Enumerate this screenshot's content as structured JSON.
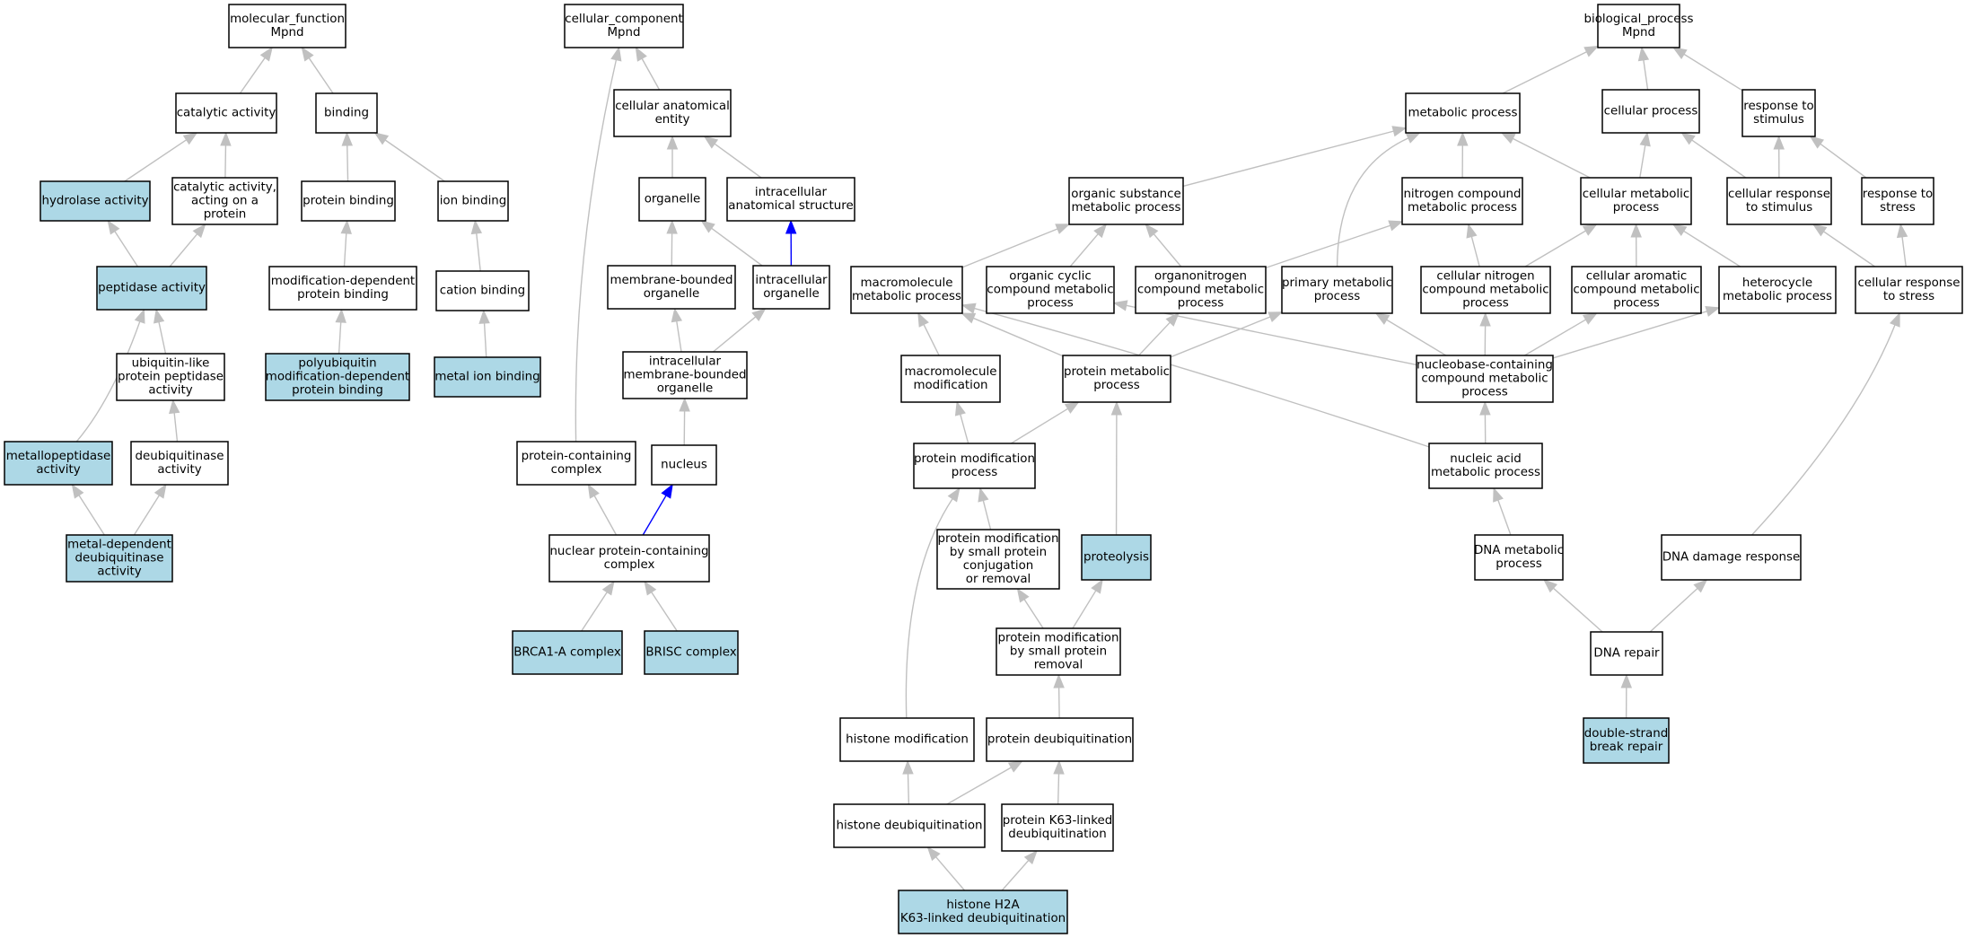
{
  "colors": {
    "highlight": "#add8e6",
    "plain": "#ffffff",
    "edge": "#c0c0c0",
    "edge_special": "#0000ff",
    "border": "#000000"
  },
  "nodes": [
    {
      "id": "mf",
      "lines": [
        "molecular_function",
        "Mpnd"
      ],
      "hl": false
    },
    {
      "id": "catalytic",
      "lines": [
        "catalytic activity"
      ],
      "hl": false
    },
    {
      "id": "binding",
      "lines": [
        "binding"
      ],
      "hl": false
    },
    {
      "id": "hydrolase",
      "lines": [
        "hydrolase activity"
      ],
      "hl": true
    },
    {
      "id": "cat_protein",
      "lines": [
        "catalytic activity,",
        "acting on a",
        "protein"
      ],
      "hl": false
    },
    {
      "id": "protein_binding",
      "lines": [
        "protein binding"
      ],
      "hl": false
    },
    {
      "id": "ion_binding",
      "lines": [
        "ion binding"
      ],
      "hl": false
    },
    {
      "id": "peptidase",
      "lines": [
        "peptidase activity"
      ],
      "hl": true
    },
    {
      "id": "mod_dep_binding",
      "lines": [
        "modification-dependent",
        "protein binding"
      ],
      "hl": false
    },
    {
      "id": "cation_binding",
      "lines": [
        "cation binding"
      ],
      "hl": false
    },
    {
      "id": "ubl_peptidase",
      "lines": [
        "ubiquitin-like",
        "protein peptidase",
        "activity"
      ],
      "hl": false
    },
    {
      "id": "polyub_binding",
      "lines": [
        "polyubiquitin",
        "modification-dependent",
        "protein binding"
      ],
      "hl": true
    },
    {
      "id": "metal_ion_binding",
      "lines": [
        "metal ion binding"
      ],
      "hl": true
    },
    {
      "id": "metallopeptidase",
      "lines": [
        "metallopeptidase",
        "activity"
      ],
      "hl": true
    },
    {
      "id": "deubiquitinase",
      "lines": [
        "deubiquitinase",
        "activity"
      ],
      "hl": false
    },
    {
      "id": "metal_dub",
      "lines": [
        "metal-dependent",
        "deubiquitinase",
        "activity"
      ],
      "hl": true
    },
    {
      "id": "cc",
      "lines": [
        "cellular_component",
        "Mpnd"
      ],
      "hl": false
    },
    {
      "id": "cae",
      "lines": [
        "cellular anatomical",
        "entity"
      ],
      "hl": false
    },
    {
      "id": "organelle",
      "lines": [
        "organelle"
      ],
      "hl": false
    },
    {
      "id": "ias",
      "lines": [
        "intracellular",
        "anatomical structure"
      ],
      "hl": false
    },
    {
      "id": "mbo",
      "lines": [
        "membrane-bounded",
        "organelle"
      ],
      "hl": false
    },
    {
      "id": "intra_organelle",
      "lines": [
        "intracellular",
        "organelle"
      ],
      "hl": false
    },
    {
      "id": "imbo",
      "lines": [
        "intracellular",
        "membrane-bounded",
        "organelle"
      ],
      "hl": false
    },
    {
      "id": "pcc",
      "lines": [
        "protein-containing",
        "complex"
      ],
      "hl": false
    },
    {
      "id": "nucleus",
      "lines": [
        "nucleus"
      ],
      "hl": false
    },
    {
      "id": "npcc",
      "lines": [
        "nuclear protein-containing",
        "complex"
      ],
      "hl": false
    },
    {
      "id": "brca1a",
      "lines": [
        "BRCA1-A complex"
      ],
      "hl": true
    },
    {
      "id": "brisc",
      "lines": [
        "BRISC complex"
      ],
      "hl": true
    },
    {
      "id": "bp",
      "lines": [
        "biological_process",
        "Mpnd"
      ],
      "hl": false
    },
    {
      "id": "metabolic",
      "lines": [
        "metabolic process"
      ],
      "hl": false
    },
    {
      "id": "cellular_process",
      "lines": [
        "cellular process"
      ],
      "hl": false
    },
    {
      "id": "resp_stim",
      "lines": [
        "response to",
        "stimulus"
      ],
      "hl": false
    },
    {
      "id": "osmp",
      "lines": [
        "organic substance",
        "metabolic process"
      ],
      "hl": false
    },
    {
      "id": "ncmp",
      "lines": [
        "nitrogen compound",
        "metabolic process"
      ],
      "hl": false
    },
    {
      "id": "cmp",
      "lines": [
        "cellular metabolic",
        "process"
      ],
      "hl": false
    },
    {
      "id": "cell_resp_stim",
      "lines": [
        "cellular response",
        "to stimulus"
      ],
      "hl": false
    },
    {
      "id": "resp_stress",
      "lines": [
        "response to",
        "stress"
      ],
      "hl": false
    },
    {
      "id": "mmp",
      "lines": [
        "macromolecule",
        "metabolic process"
      ],
      "hl": false
    },
    {
      "id": "occmp",
      "lines": [
        "organic cyclic",
        "compound metabolic",
        "process"
      ],
      "hl": false
    },
    {
      "id": "oncmp",
      "lines": [
        "organonitrogen",
        "compound metabolic",
        "process"
      ],
      "hl": false
    },
    {
      "id": "pmp",
      "lines": [
        "primary metabolic",
        "process"
      ],
      "hl": false
    },
    {
      "id": "cncmp",
      "lines": [
        "cellular nitrogen",
        "compound metabolic",
        "process"
      ],
      "hl": false
    },
    {
      "id": "cacmp",
      "lines": [
        "cellular aromatic",
        "compound metabolic",
        "process"
      ],
      "hl": false
    },
    {
      "id": "hmp",
      "lines": [
        "heterocycle",
        "metabolic process"
      ],
      "hl": false
    },
    {
      "id": "crs",
      "lines": [
        "cellular response",
        "to stress"
      ],
      "hl": false
    },
    {
      "id": "mm_mod",
      "lines": [
        "macromolecule",
        "modification"
      ],
      "hl": false
    },
    {
      "id": "prot_mp",
      "lines": [
        "protein metabolic",
        "process"
      ],
      "hl": false
    },
    {
      "id": "nbcmp",
      "lines": [
        "nucleobase-containing",
        "compound metabolic",
        "process"
      ],
      "hl": false
    },
    {
      "id": "pmod",
      "lines": [
        "protein modification",
        "process"
      ],
      "hl": false
    },
    {
      "id": "namp",
      "lines": [
        "nucleic acid",
        "metabolic process"
      ],
      "hl": false
    },
    {
      "id": "pmod_spcr",
      "lines": [
        "protein modification",
        "by small protein",
        "conjugation",
        "or removal"
      ],
      "hl": false
    },
    {
      "id": "proteolysis",
      "lines": [
        "proteolysis"
      ],
      "hl": true
    },
    {
      "id": "dna_mp",
      "lines": [
        "DNA metabolic",
        "process"
      ],
      "hl": false
    },
    {
      "id": "ddr",
      "lines": [
        "DNA damage response"
      ],
      "hl": false
    },
    {
      "id": "pmod_spr",
      "lines": [
        "protein modification",
        "by small protein",
        "removal"
      ],
      "hl": false
    },
    {
      "id": "dna_repair",
      "lines": [
        "DNA repair"
      ],
      "hl": false
    },
    {
      "id": "histone_mod",
      "lines": [
        "histone modification"
      ],
      "hl": false
    },
    {
      "id": "prot_deub",
      "lines": [
        "protein deubiquitination"
      ],
      "hl": false
    },
    {
      "id": "dsbr",
      "lines": [
        "double-strand",
        "break repair"
      ],
      "hl": true
    },
    {
      "id": "histone_deub",
      "lines": [
        "histone deubiquitination"
      ],
      "hl": false
    },
    {
      "id": "k63_deub",
      "lines": [
        "protein K63-linked",
        "deubiquitination"
      ],
      "hl": false
    },
    {
      "id": "h2a_k63",
      "lines": [
        "histone H2A",
        "K63-linked deubiquitination"
      ],
      "hl": true
    }
  ],
  "edges": [
    {
      "from": "catalytic",
      "to": "mf"
    },
    {
      "from": "binding",
      "to": "mf"
    },
    {
      "from": "hydrolase",
      "to": "catalytic"
    },
    {
      "from": "cat_protein",
      "to": "catalytic"
    },
    {
      "from": "protein_binding",
      "to": "binding"
    },
    {
      "from": "ion_binding",
      "to": "binding"
    },
    {
      "from": "peptidase",
      "to": "hydrolase"
    },
    {
      "from": "peptidase",
      "to": "cat_protein"
    },
    {
      "from": "mod_dep_binding",
      "to": "protein_binding"
    },
    {
      "from": "cation_binding",
      "to": "ion_binding"
    },
    {
      "from": "ubl_peptidase",
      "to": "peptidase"
    },
    {
      "from": "polyub_binding",
      "to": "mod_dep_binding"
    },
    {
      "from": "metal_ion_binding",
      "to": "cation_binding"
    },
    {
      "from": "metallopeptidase",
      "to": "peptidase"
    },
    {
      "from": "deubiquitinase",
      "to": "ubl_peptidase"
    },
    {
      "from": "metal_dub",
      "to": "metallopeptidase"
    },
    {
      "from": "metal_dub",
      "to": "deubiquitinase"
    },
    {
      "from": "cae",
      "to": "cc"
    },
    {
      "from": "pcc",
      "to": "cc"
    },
    {
      "from": "organelle",
      "to": "cae"
    },
    {
      "from": "ias",
      "to": "cae"
    },
    {
      "from": "mbo",
      "to": "organelle"
    },
    {
      "from": "intra_organelle",
      "to": "organelle"
    },
    {
      "from": "intra_organelle",
      "to": "ias",
      "special": true
    },
    {
      "from": "imbo",
      "to": "mbo"
    },
    {
      "from": "imbo",
      "to": "intra_organelle"
    },
    {
      "from": "nucleus",
      "to": "imbo"
    },
    {
      "from": "npcc",
      "to": "pcc"
    },
    {
      "from": "npcc",
      "to": "nucleus",
      "special": true
    },
    {
      "from": "brca1a",
      "to": "npcc"
    },
    {
      "from": "brisc",
      "to": "npcc"
    },
    {
      "from": "metabolic",
      "to": "bp"
    },
    {
      "from": "cellular_process",
      "to": "bp"
    },
    {
      "from": "resp_stim",
      "to": "bp"
    },
    {
      "from": "osmp",
      "to": "metabolic"
    },
    {
      "from": "ncmp",
      "to": "metabolic"
    },
    {
      "from": "cmp",
      "to": "metabolic"
    },
    {
      "from": "pmp",
      "to": "metabolic"
    },
    {
      "from": "cmp",
      "to": "cellular_process"
    },
    {
      "from": "cell_resp_stim",
      "to": "cellular_process"
    },
    {
      "from": "cell_resp_stim",
      "to": "resp_stim"
    },
    {
      "from": "resp_stress",
      "to": "resp_stim"
    },
    {
      "from": "mmp",
      "to": "osmp"
    },
    {
      "from": "occmp",
      "to": "osmp"
    },
    {
      "from": "oncmp",
      "to": "osmp"
    },
    {
      "from": "oncmp",
      "to": "ncmp"
    },
    {
      "from": "cncmp",
      "to": "ncmp"
    },
    {
      "from": "cncmp",
      "to": "cmp"
    },
    {
      "from": "cacmp",
      "to": "cmp"
    },
    {
      "from": "hmp",
      "to": "cmp"
    },
    {
      "from": "crs",
      "to": "cell_resp_stim"
    },
    {
      "from": "crs",
      "to": "resp_stress"
    },
    {
      "from": "mm_mod",
      "to": "mmp"
    },
    {
      "from": "prot_mp",
      "to": "mmp"
    },
    {
      "from": "prot_mp",
      "to": "oncmp"
    },
    {
      "from": "prot_mp",
      "to": "pmp"
    },
    {
      "from": "nbcmp",
      "to": "occmp"
    },
    {
      "from": "nbcmp",
      "to": "pmp"
    },
    {
      "from": "nbcmp",
      "to": "cncmp"
    },
    {
      "from": "nbcmp",
      "to": "cacmp"
    },
    {
      "from": "nbcmp",
      "to": "hmp"
    },
    {
      "from": "pmod",
      "to": "mm_mod"
    },
    {
      "from": "pmod",
      "to": "prot_mp"
    },
    {
      "from": "namp",
      "to": "mmp"
    },
    {
      "from": "namp",
      "to": "nbcmp"
    },
    {
      "from": "pmod_spcr",
      "to": "pmod"
    },
    {
      "from": "proteolysis",
      "to": "prot_mp"
    },
    {
      "from": "dna_mp",
      "to": "namp"
    },
    {
      "from": "ddr",
      "to": "crs"
    },
    {
      "from": "pmod_spr",
      "to": "pmod_spcr"
    },
    {
      "from": "pmod_spr",
      "to": "proteolysis"
    },
    {
      "from": "dna_repair",
      "to": "dna_mp"
    },
    {
      "from": "dna_repair",
      "to": "ddr"
    },
    {
      "from": "histone_mod",
      "to": "pmod"
    },
    {
      "from": "prot_deub",
      "to": "pmod_spr"
    },
    {
      "from": "dsbr",
      "to": "dna_repair"
    },
    {
      "from": "histone_deub",
      "to": "histone_mod"
    },
    {
      "from": "histone_deub",
      "to": "prot_deub"
    },
    {
      "from": "k63_deub",
      "to": "prot_deub"
    },
    {
      "from": "h2a_k63",
      "to": "histone_deub"
    },
    {
      "from": "h2a_k63",
      "to": "k63_deub"
    }
  ]
}
